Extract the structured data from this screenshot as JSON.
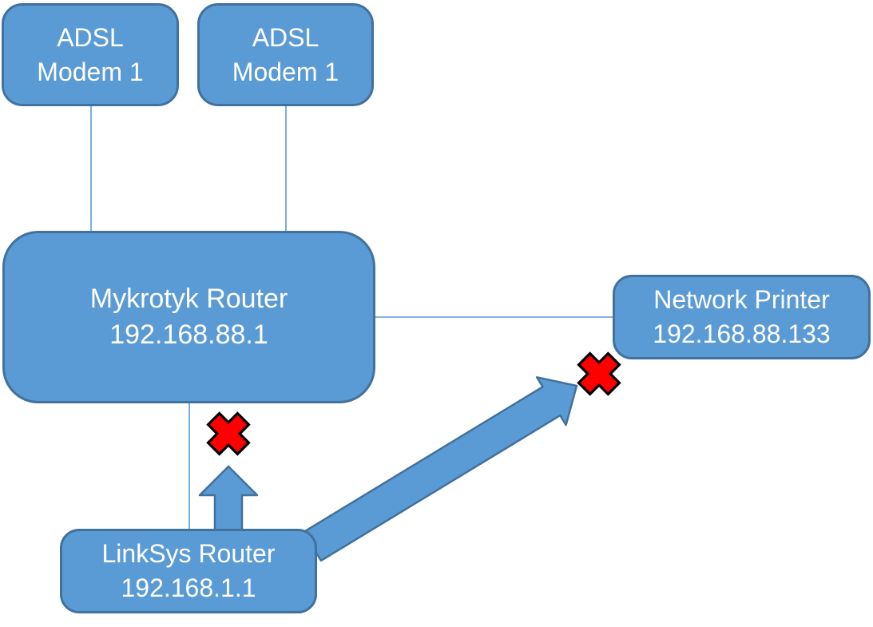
{
  "diagram": {
    "nodes": {
      "adsl_modem_1": {
        "line1": "ADSL",
        "line2": "Modem 1"
      },
      "adsl_modem_2": {
        "line1": "ADSL",
        "line2": "Modem 1"
      },
      "mikrotik_router": {
        "line1": "Mykrotyk Router",
        "line2": "192.168.88.1"
      },
      "network_printer": {
        "line1": "Network Printer",
        "line2": "192.168.88.133"
      },
      "linksys_router": {
        "line1": "LinkSys Router",
        "line2": "192.168.1.1"
      }
    },
    "connections": [
      {
        "from": "adsl_modem_1",
        "to": "mikrotik_router",
        "style": "thin-line",
        "blocked": false
      },
      {
        "from": "adsl_modem_2",
        "to": "mikrotik_router",
        "style": "thin-line",
        "blocked": false
      },
      {
        "from": "mikrotik_router",
        "to": "network_printer",
        "style": "thin-line",
        "blocked": false
      },
      {
        "from": "mikrotik_router",
        "to": "linksys_router",
        "style": "thin-line",
        "blocked": false
      },
      {
        "from": "linksys_router",
        "to": "mikrotik_router",
        "style": "block-arrow-up",
        "blocked": true
      },
      {
        "from": "linksys_router",
        "to": "network_printer",
        "style": "block-arrow-diagonal",
        "blocked": true
      }
    ],
    "icons": {
      "blocked_marker": "blocked-x-icon"
    },
    "colors": {
      "node_fill": "#5B9BD5",
      "node_border": "#41719C",
      "node_text": "#FFFFFF",
      "connector": "#5B9BD5",
      "arrow_fill": "#5B9BD5",
      "arrow_border": "#41719C",
      "blocked_x_fill": "#FF0000",
      "blocked_x_outline": "#000000",
      "background": "#FFFFFF"
    }
  }
}
